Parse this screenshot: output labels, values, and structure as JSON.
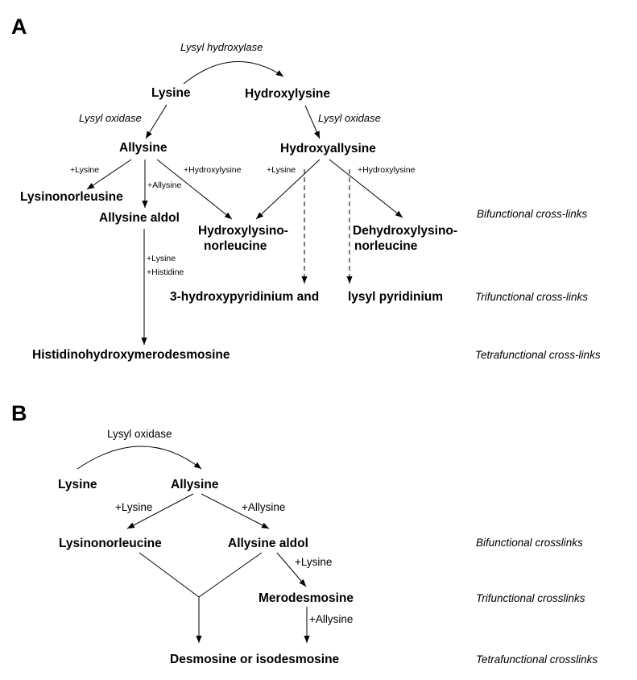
{
  "panel_a": {
    "label": "A",
    "enzymes": {
      "lysyl_hydroxylase": "Lysyl hydroxylase",
      "lysyl_oxidase_left": "Lysyl oxidase",
      "lysyl_oxidase_right": "Lysyl oxidase"
    },
    "nodes": {
      "lysine": "Lysine",
      "hydroxylysine": "Hydroxylysine",
      "allysine": "Allysine",
      "hydroxyallysine": "Hydroxyallysine",
      "lysinonorleusine": "Lysinonorleusine",
      "allysine_aldol": "Allysine aldol",
      "hydroxylysino_line1": "Hydroxylysino-",
      "hydroxylysino_line2": "norleucine",
      "dehydroxylysino_line1": "Dehydroxylysino-",
      "dehydroxylysino_line2": "norleucine",
      "hydroxypyridinium": "3-hydroxypyridinium and",
      "lysyl_pyridinium": "lysyl pyridinium",
      "histidino": "Histidinohydroxymerodesmosine"
    },
    "reagents": {
      "lysine_left": "+Lysine",
      "allysine_mid": "+Allysine",
      "hydroxylysine_left": "+Hydroxylysine",
      "lysine_right": "+Lysine",
      "hydroxylysine_right": "+Hydroxylysine",
      "lysine_lower": "+Lysine",
      "histidine": "+Histidine"
    },
    "categories": {
      "bifunctional": "Bifunctional cross-links",
      "trifunctional": "Trifunctional cross-links",
      "tetrafunctional": "Tetrafunctional cross-links"
    }
  },
  "panel_b": {
    "label": "B",
    "enzyme": "Lysyl oxidase",
    "nodes": {
      "lysine": "Lysine",
      "allysine": "Allysine",
      "lysinonorleucine": "Lysinonorleucine",
      "allysine_aldol": "Allysine aldol",
      "merodesmosine": "Merodesmosine",
      "desmosine": "Desmosine or isodesmosine"
    },
    "reagents": {
      "lysine_left": "+Lysine",
      "allysine_right": "+Allysine",
      "lysine_lower": "+Lysine",
      "allysine_lower": "+Allysine"
    },
    "categories": {
      "bifunctional": "Bifunctional crosslinks",
      "trifunctional": "Trifunctional crosslinks",
      "tetrafunctional": "Tetrafunctional crosslinks"
    }
  }
}
